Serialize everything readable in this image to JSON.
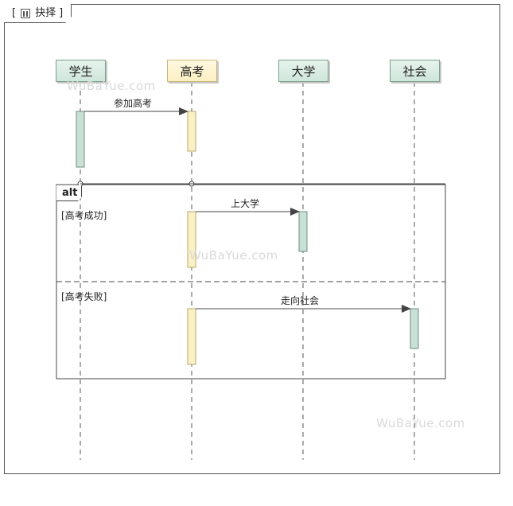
{
  "frame": {
    "title_left": "[",
    "title_text": "抉择",
    "title_right": "]"
  },
  "lifelines": [
    {
      "name": "学生",
      "color": "green"
    },
    {
      "name": "高考",
      "color": "yellow"
    },
    {
      "name": "大学",
      "color": "green"
    },
    {
      "name": "社会",
      "color": "green"
    }
  ],
  "messages": [
    {
      "label": "参加高考",
      "from": "学生",
      "to": "高考"
    },
    {
      "label": "上大学",
      "from": "高考",
      "to": "大学"
    },
    {
      "label": "走向社会",
      "from": "高考",
      "to": "社会"
    }
  ],
  "fragment": {
    "operator": "alt",
    "guards": [
      "[高考成功]",
      "[高考失败]"
    ]
  },
  "watermarks": [
    "WuBaYue.com",
    "WuBaYue.com",
    "WuBaYue.com"
  ],
  "colors": {
    "green_fill": "#c8e1d4",
    "green_border": "#7aa08d",
    "yellow_fill": "#fbf1c6",
    "yellow_border": "#c9b777",
    "line": "#444444"
  }
}
